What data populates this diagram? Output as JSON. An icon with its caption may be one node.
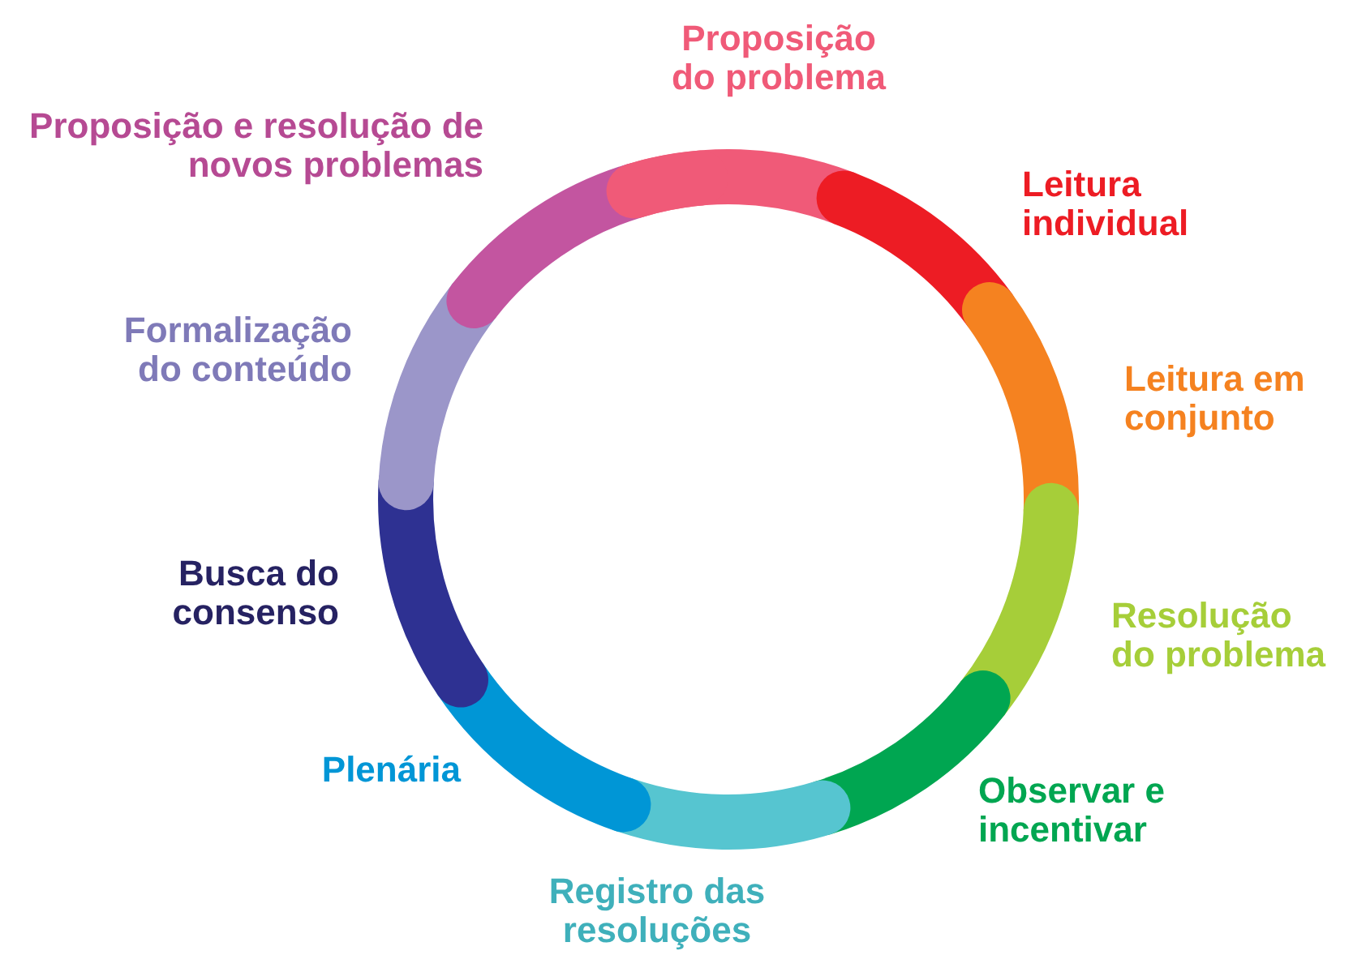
{
  "diagram": {
    "nodes": [
      {
        "text": [
          "Proposição do problema"
        ]
      },
      {
        "text": [
          "Leitura individual"
        ]
      },
      {
        "text": [
          "Leitura em conjunto"
        ]
      },
      {
        "text": [
          "Resolução do problema"
        ]
      },
      {
        "text": [
          "Observar e incentivar"
        ]
      },
      {
        "text": [
          "Registro das resoluções"
        ]
      },
      {
        "text": [
          "Plenária"
        ]
      },
      {
        "text": [
          "Busca do consenso"
        ]
      },
      {
        "text": [
          "Formalização do conteúdo"
        ]
      },
      {
        "text": [
          "Proposição e resolução de novos problemas"
        ]
      }
    ]
  }
}
